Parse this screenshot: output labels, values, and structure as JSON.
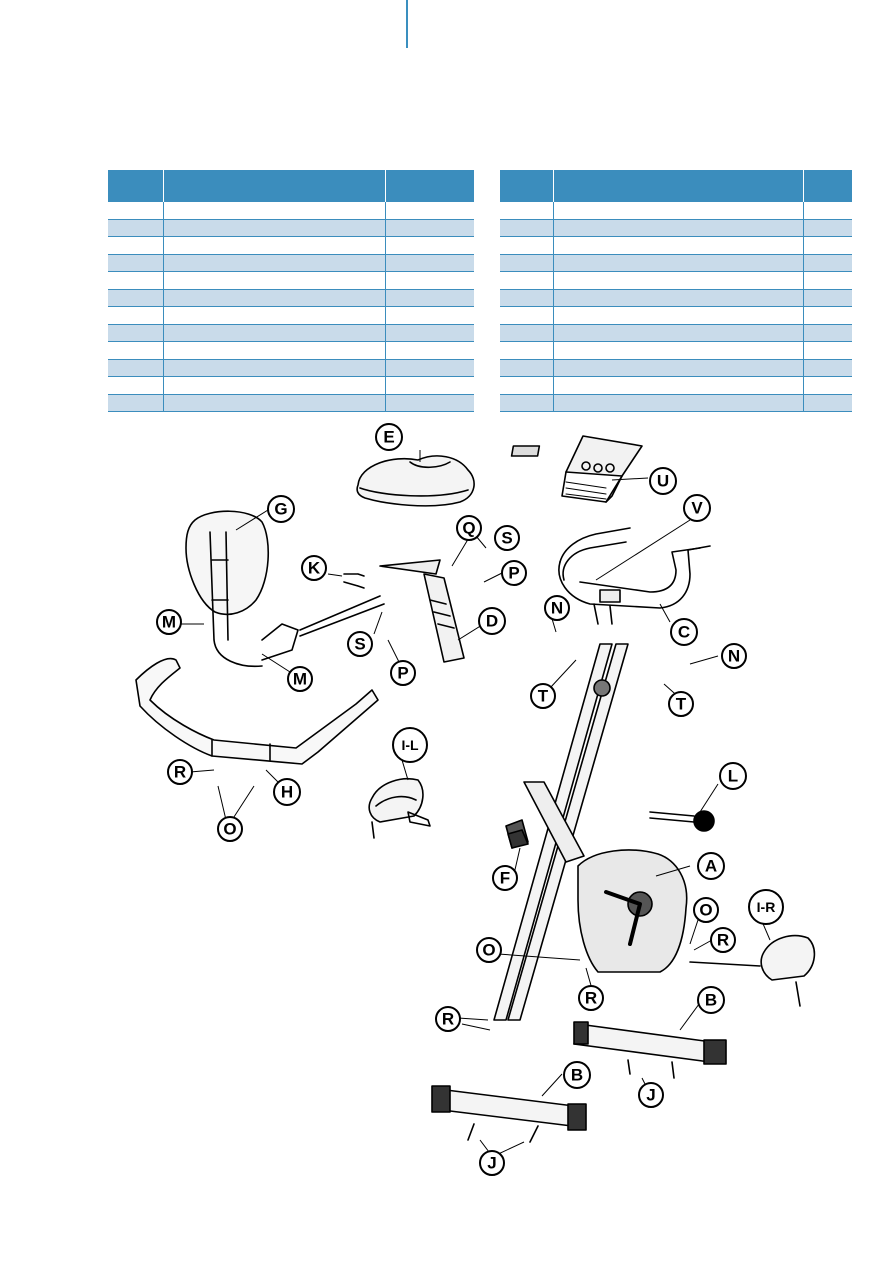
{
  "colors": {
    "accent": "#3b8dbd",
    "row_shade": "#c9dbea"
  },
  "parts_table_left": {
    "headers": [
      "",
      "",
      ""
    ],
    "row_count": 12
  },
  "parts_table_right": {
    "headers": [
      "",
      "",
      ""
    ],
    "row_count": 12
  },
  "diagram": {
    "callouts": {
      "E": "E",
      "U": "U",
      "G": "G",
      "V": "V",
      "Q": "Q",
      "S1": "S",
      "K": "K",
      "P1": "P",
      "M1": "M",
      "D": "D",
      "N1": "N",
      "C": "C",
      "S2": "S",
      "N2": "N",
      "M2": "M",
      "P2": "P",
      "T1": "T",
      "T2": "T",
      "IL": "I-L",
      "L": "L",
      "R1": "R",
      "H": "H",
      "O1": "O",
      "A": "A",
      "F": "F",
      "O2": "O",
      "IR": "I-R",
      "R2": "R",
      "O3": "O",
      "B1": "B",
      "R3": "R",
      "R4": "R",
      "B2": "B",
      "J1": "J",
      "J2": "J"
    }
  }
}
